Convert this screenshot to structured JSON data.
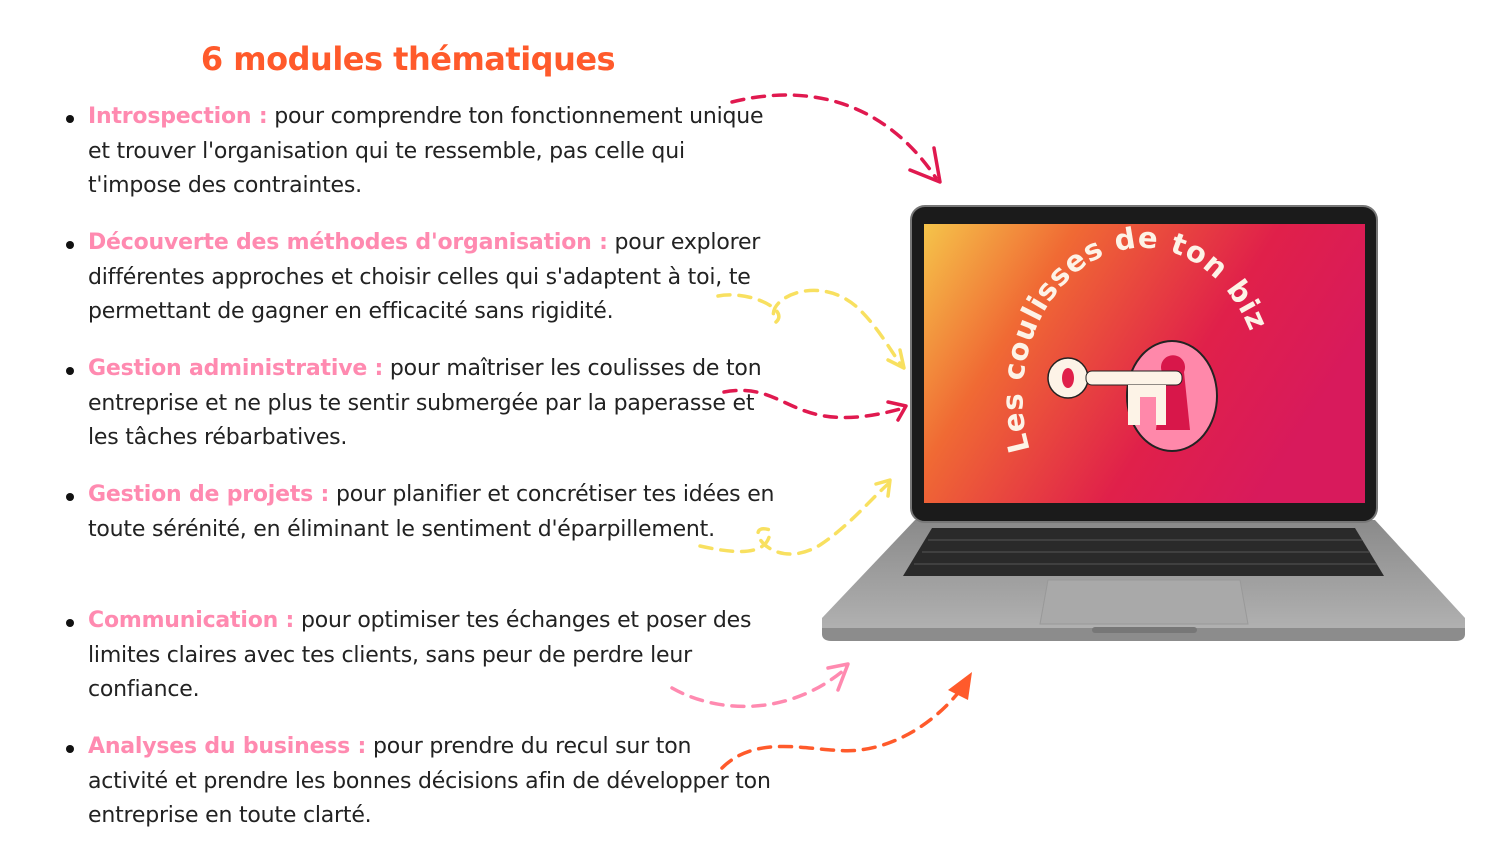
{
  "title": "6 modules thématiques",
  "modules": [
    {
      "label": "Introspection :",
      "text": "pour comprendre ton fonctionnement unique et trouver l'organisation qui te ressemble, pas celle qui t'impose des contraintes."
    },
    {
      "label": "Découverte des méthodes d'organisation :",
      "text": "pour explorer différentes approches et choisir celles qui s'adaptent à toi, te permettant de gagner en efficacité sans rigidité."
    },
    {
      "label": "Gestion administrative :",
      "text": "pour maîtriser les coulisses de ton entreprise et ne plus te sentir submergée par la paperasse et les tâches rébarbatives."
    },
    {
      "label": "Gestion de projets :",
      "text": "pour planifier et concrétiser tes idées en toute sérénité, en éliminant le sentiment d'éparpillement."
    },
    {
      "label": "Communication :",
      "text": "pour optimiser tes échanges et poser des limites claires avec tes clients, sans peur de perdre leur confiance."
    },
    {
      "label": "Analyses du business :",
      "text": "pour prendre du recul sur ton activité et prendre les bonnes décisions afin de développer ton entreprise en toute clarté."
    }
  ],
  "logo": {
    "text": "Les coulisses de ton biz"
  },
  "colors": {
    "title": "#ff5a2b",
    "keyword": "#ff8ab0",
    "arrow_red": "#e0194f",
    "arrow_yellow": "#f8e060",
    "arrow_pink": "#ff8ab0",
    "arrow_orange": "#ff5a2b"
  }
}
